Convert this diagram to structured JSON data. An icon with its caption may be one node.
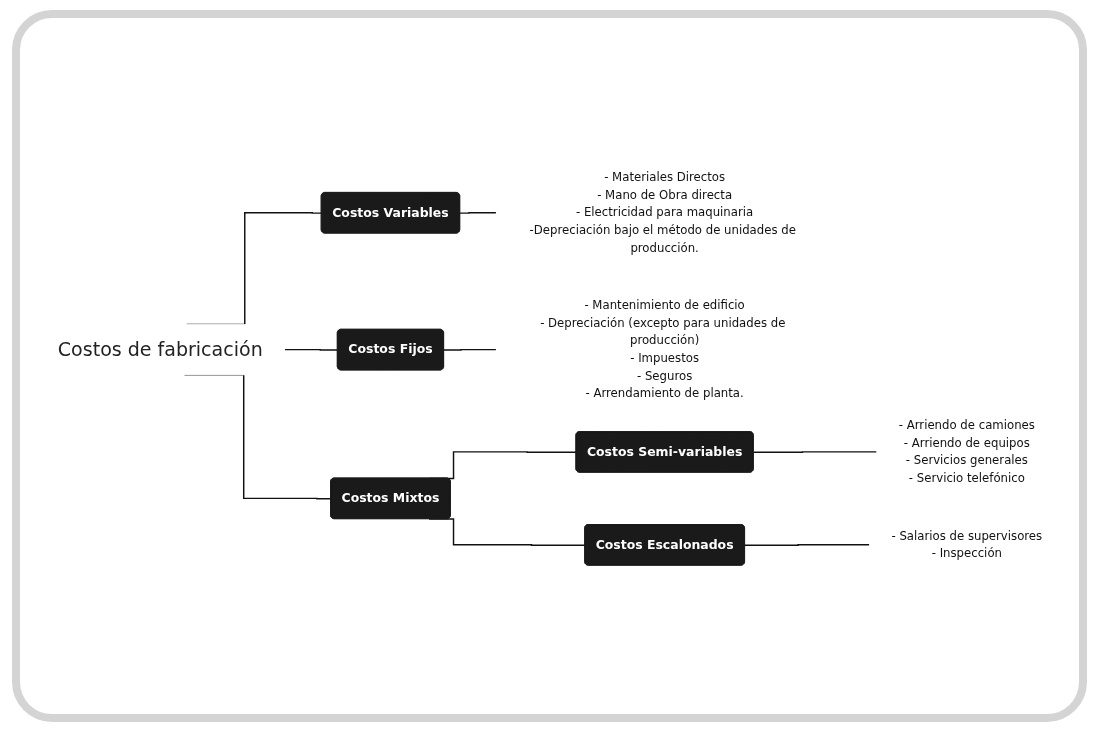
{
  "diagram": {
    "nodes": [
      {
        "text": [
          "Costos de fabricación"
        ]
      },
      {
        "text": [
          "Costos Variables"
        ]
      },
      {
        "text": [
          "- Materiales Directos",
          "- Mano de Obra directa",
          "- Electricidad para maquinaria",
          "-Depreciación bajo el método de unidades de producción."
        ]
      },
      {
        "text": [
          "Costos Fijos"
        ]
      },
      {
        "text": [
          "- Mantenimiento de edificio",
          "- Depreciación (excepto para unidades de producción)",
          "- Impuestos",
          "- Seguros",
          "- Arrendamiento de planta."
        ]
      },
      {
        "text": [
          "Costos Mixtos"
        ]
      },
      {
        "text": [
          "Costos Semi-variables"
        ]
      },
      {
        "text": [
          "- Arriendo de camiones",
          "- Arriendo de equipos",
          "- Servicios generales",
          "- Servicio telefónico"
        ]
      },
      {
        "text": [
          "Costos Escalonados"
        ]
      },
      {
        "text": [
          "- Salarios de supervisores",
          "- Inspección"
        ]
      }
    ],
    "edges": [
      {
        "from": 0,
        "to": 1,
        "arrow": "none"
      },
      {
        "from": 0,
        "to": 3,
        "arrow": "none"
      },
      {
        "from": 0,
        "to": 5,
        "arrow": "none"
      },
      {
        "from": 1,
        "to": 2,
        "arrow": "none"
      },
      {
        "from": 3,
        "to": 4,
        "arrow": "none"
      },
      {
        "from": 5,
        "to": 6,
        "arrow": "none"
      },
      {
        "from": 5,
        "to": 8,
        "arrow": "none"
      },
      {
        "from": 6,
        "to": 7,
        "arrow": "none"
      },
      {
        "from": 8,
        "to": 9,
        "arrow": "none"
      }
    ]
  }
}
